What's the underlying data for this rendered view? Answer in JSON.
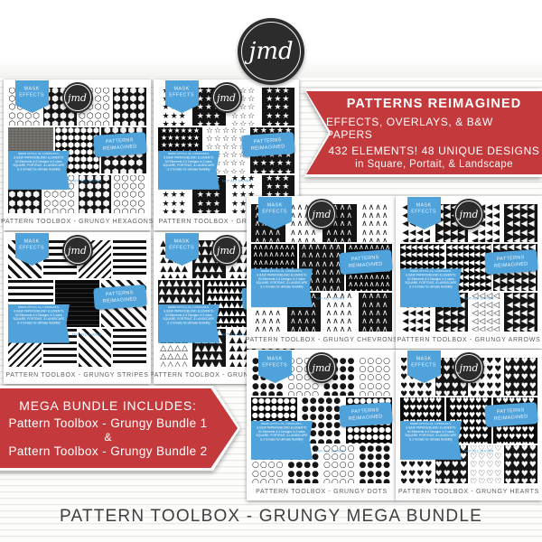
{
  "page": {
    "title_label": "PATTERN TOOLBOX - GRUNGY MEGA BUNDLE"
  },
  "logo": {
    "text": "jmd",
    "name": "jmd-brand-logo"
  },
  "colors": {
    "red": "#c43a3c",
    "blue": "#4fa2da",
    "ink": "#151515",
    "paper": "#f7f7f5"
  },
  "banner_top": {
    "line1": "PATTERNS REIMAGINED",
    "line2": "EFFECTS, OVERLAYS, & B&W PAPERS",
    "line3": "432 ELEMENTS! 48 UNIQUE DESIGNS",
    "line4": "in Square, Portait, & Landscape"
  },
  "banner_bottom": {
    "line1": "MEGA BUNDLE INCLUDES:",
    "line2": "Pattern Toolbox - Grungy Bundle 1",
    "line3": "&",
    "line4": "Pattern Toolbox - Grungy Bundle 2"
  },
  "card_common": {
    "mask_ribbon_line1": "MASK",
    "mask_ribbon_line2": "EFFECTS",
    "reimagined_line1": "PATTERNS",
    "reimagined_line2": "REIMAGINED",
    "info_line1": "MASK EFFECTS, OVERLAYS,",
    "info_line2": "& B&W PAPERS/BLEND ELEMENTS",
    "info_line3": "54 Elements & 6 Designs in 3 sizes",
    "info_line4": "SQUARE, PORTRAIT, & LANDSCAPE",
    "info_line5": "& 3 formats for ultimate flexibility",
    "not_all_shown": "NOT ALL SHOWN",
    "logo_text": "jmd"
  },
  "cards": [
    {
      "id": "hexagons",
      "caption": "PATTERN TOOLBOX - GRUNGY HEXAGONS",
      "pattern": "hexagon",
      "glyph": "⬢",
      "glyph_o": "⬡",
      "tiles": [
        "o",
        "d",
        "o",
        "d",
        "x",
        "b",
        "d",
        "d",
        "o",
        "d",
        "o"
      ]
    },
    {
      "id": "stars",
      "caption": "PATTERN TOOLBOX - GRUNGY STARS",
      "pattern": "star",
      "glyph": "★",
      "glyph_o": "☆",
      "tiles": [
        "l",
        "d",
        "o",
        "d",
        "b",
        "o",
        "d",
        "l",
        "d",
        "l",
        "d"
      ]
    },
    {
      "id": "stripes",
      "caption": "PATTERN TOOLBOX - GRUNGY STRIPES",
      "pattern": "stripe",
      "glyph": "▤",
      "glyph_o": "▨",
      "tiles": [
        "s1",
        "s2",
        "s3",
        "s2",
        "s2",
        "sb",
        "s1",
        "s3",
        "s2",
        "s1",
        "s2"
      ]
    },
    {
      "id": "triangles",
      "caption": "PATTERN TOOLBOX - GRUNGY TRIANGLES",
      "pattern": "triangle",
      "glyph": "▲",
      "glyph_o": "△",
      "tiles": [
        "l",
        "d",
        "l",
        "d",
        "d",
        "b",
        "d",
        "o",
        "d",
        "l",
        "d"
      ]
    },
    {
      "id": "chevrons",
      "caption": "PATTERN TOOLBOX - GRUNGY CHEVRONS",
      "pattern": "chevron",
      "glyph": "∧",
      "glyph_o": "∧",
      "tiles": [
        "d",
        "l",
        "d",
        "l",
        "b",
        "d",
        "b",
        "l",
        "d",
        "l",
        "d"
      ]
    },
    {
      "id": "arrows",
      "caption": "PATTERN TOOLBOX - GRUNGY ARROWS",
      "pattern": "arrow",
      "glyph": "◀",
      "glyph_o": "◁",
      "tiles": [
        "l",
        "d",
        "l",
        "d",
        "b",
        "b",
        "d",
        "l",
        "d",
        "o",
        "d"
      ]
    },
    {
      "id": "dots",
      "caption": "PATTERN TOOLBOX - GRUNGY DOTS",
      "pattern": "dot",
      "glyph": "●",
      "glyph_o": "○",
      "tiles": [
        "l",
        "o",
        "l",
        "o",
        "b",
        "l",
        "b",
        "o",
        "l",
        "o",
        "l"
      ]
    },
    {
      "id": "hearts",
      "caption": "PATTERN TOOLBOX - GRUNGY HEARTS",
      "pattern": "heart",
      "glyph": "♥",
      "glyph_o": "♡",
      "tiles": [
        "l",
        "d",
        "l",
        "d",
        "b",
        "b",
        "b",
        "l",
        "d",
        "o",
        "d"
      ]
    }
  ]
}
